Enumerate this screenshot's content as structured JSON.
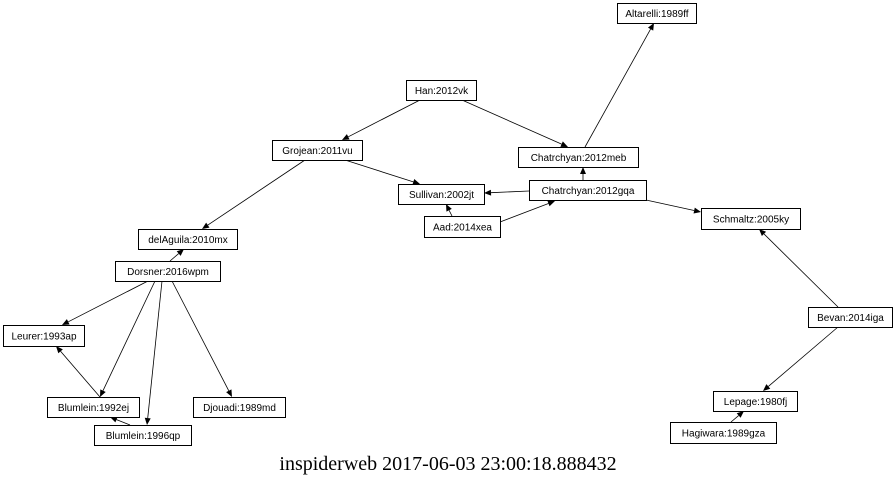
{
  "caption": "inspiderweb 2017-06-03 23:00:18.888432",
  "nodes": [
    {
      "id": "altarelli",
      "label": "Altarelli:1989ff"
    },
    {
      "id": "han",
      "label": "Han:2012vk"
    },
    {
      "id": "grojean",
      "label": "Grojean:2011vu"
    },
    {
      "id": "chatrchyan_meb",
      "label": "Chatrchyan:2012meb"
    },
    {
      "id": "sullivan",
      "label": "Sullivan:2002jt"
    },
    {
      "id": "chatrchyan_gqa",
      "label": "Chatrchyan:2012gqa"
    },
    {
      "id": "schmaltz",
      "label": "Schmaltz:2005ky"
    },
    {
      "id": "aad",
      "label": "Aad:2014xea"
    },
    {
      "id": "delaguila",
      "label": "delAguila:2010mx"
    },
    {
      "id": "dorsner",
      "label": "Dorsner:2016wpm"
    },
    {
      "id": "leurer",
      "label": "Leurer:1993ap"
    },
    {
      "id": "bevan",
      "label": "Bevan:2014iga"
    },
    {
      "id": "blumlein1992",
      "label": "Blumlein:1992ej"
    },
    {
      "id": "djouadi",
      "label": "Djouadi:1989md"
    },
    {
      "id": "lepage",
      "label": "Lepage:1980fj"
    },
    {
      "id": "blumlein1996",
      "label": "Blumlein:1996qp"
    },
    {
      "id": "hagiwara",
      "label": "Hagiwara:1989gza"
    }
  ],
  "edges": [
    {
      "from": "han",
      "to": "grojean"
    },
    {
      "from": "han",
      "to": "chatrchyan_meb"
    },
    {
      "from": "chatrchyan_meb",
      "to": "altarelli"
    },
    {
      "from": "grojean",
      "to": "sullivan"
    },
    {
      "from": "grojean",
      "to": "delaguila"
    },
    {
      "from": "chatrchyan_gqa",
      "to": "chatrchyan_meb"
    },
    {
      "from": "chatrchyan_gqa",
      "to": "sullivan"
    },
    {
      "from": "chatrchyan_gqa",
      "to": "schmaltz"
    },
    {
      "from": "aad",
      "to": "sullivan"
    },
    {
      "from": "aad",
      "to": "chatrchyan_gqa"
    },
    {
      "from": "dorsner",
      "to": "delaguila"
    },
    {
      "from": "dorsner",
      "to": "leurer"
    },
    {
      "from": "dorsner",
      "to": "blumlein1992"
    },
    {
      "from": "dorsner",
      "to": "blumlein1996"
    },
    {
      "from": "dorsner",
      "to": "djouadi"
    },
    {
      "from": "blumlein1992",
      "to": "leurer"
    },
    {
      "from": "blumlein1996",
      "to": "blumlein1992"
    },
    {
      "from": "bevan",
      "to": "schmaltz"
    },
    {
      "from": "bevan",
      "to": "lepage"
    },
    {
      "from": "hagiwara",
      "to": "lepage"
    }
  ]
}
